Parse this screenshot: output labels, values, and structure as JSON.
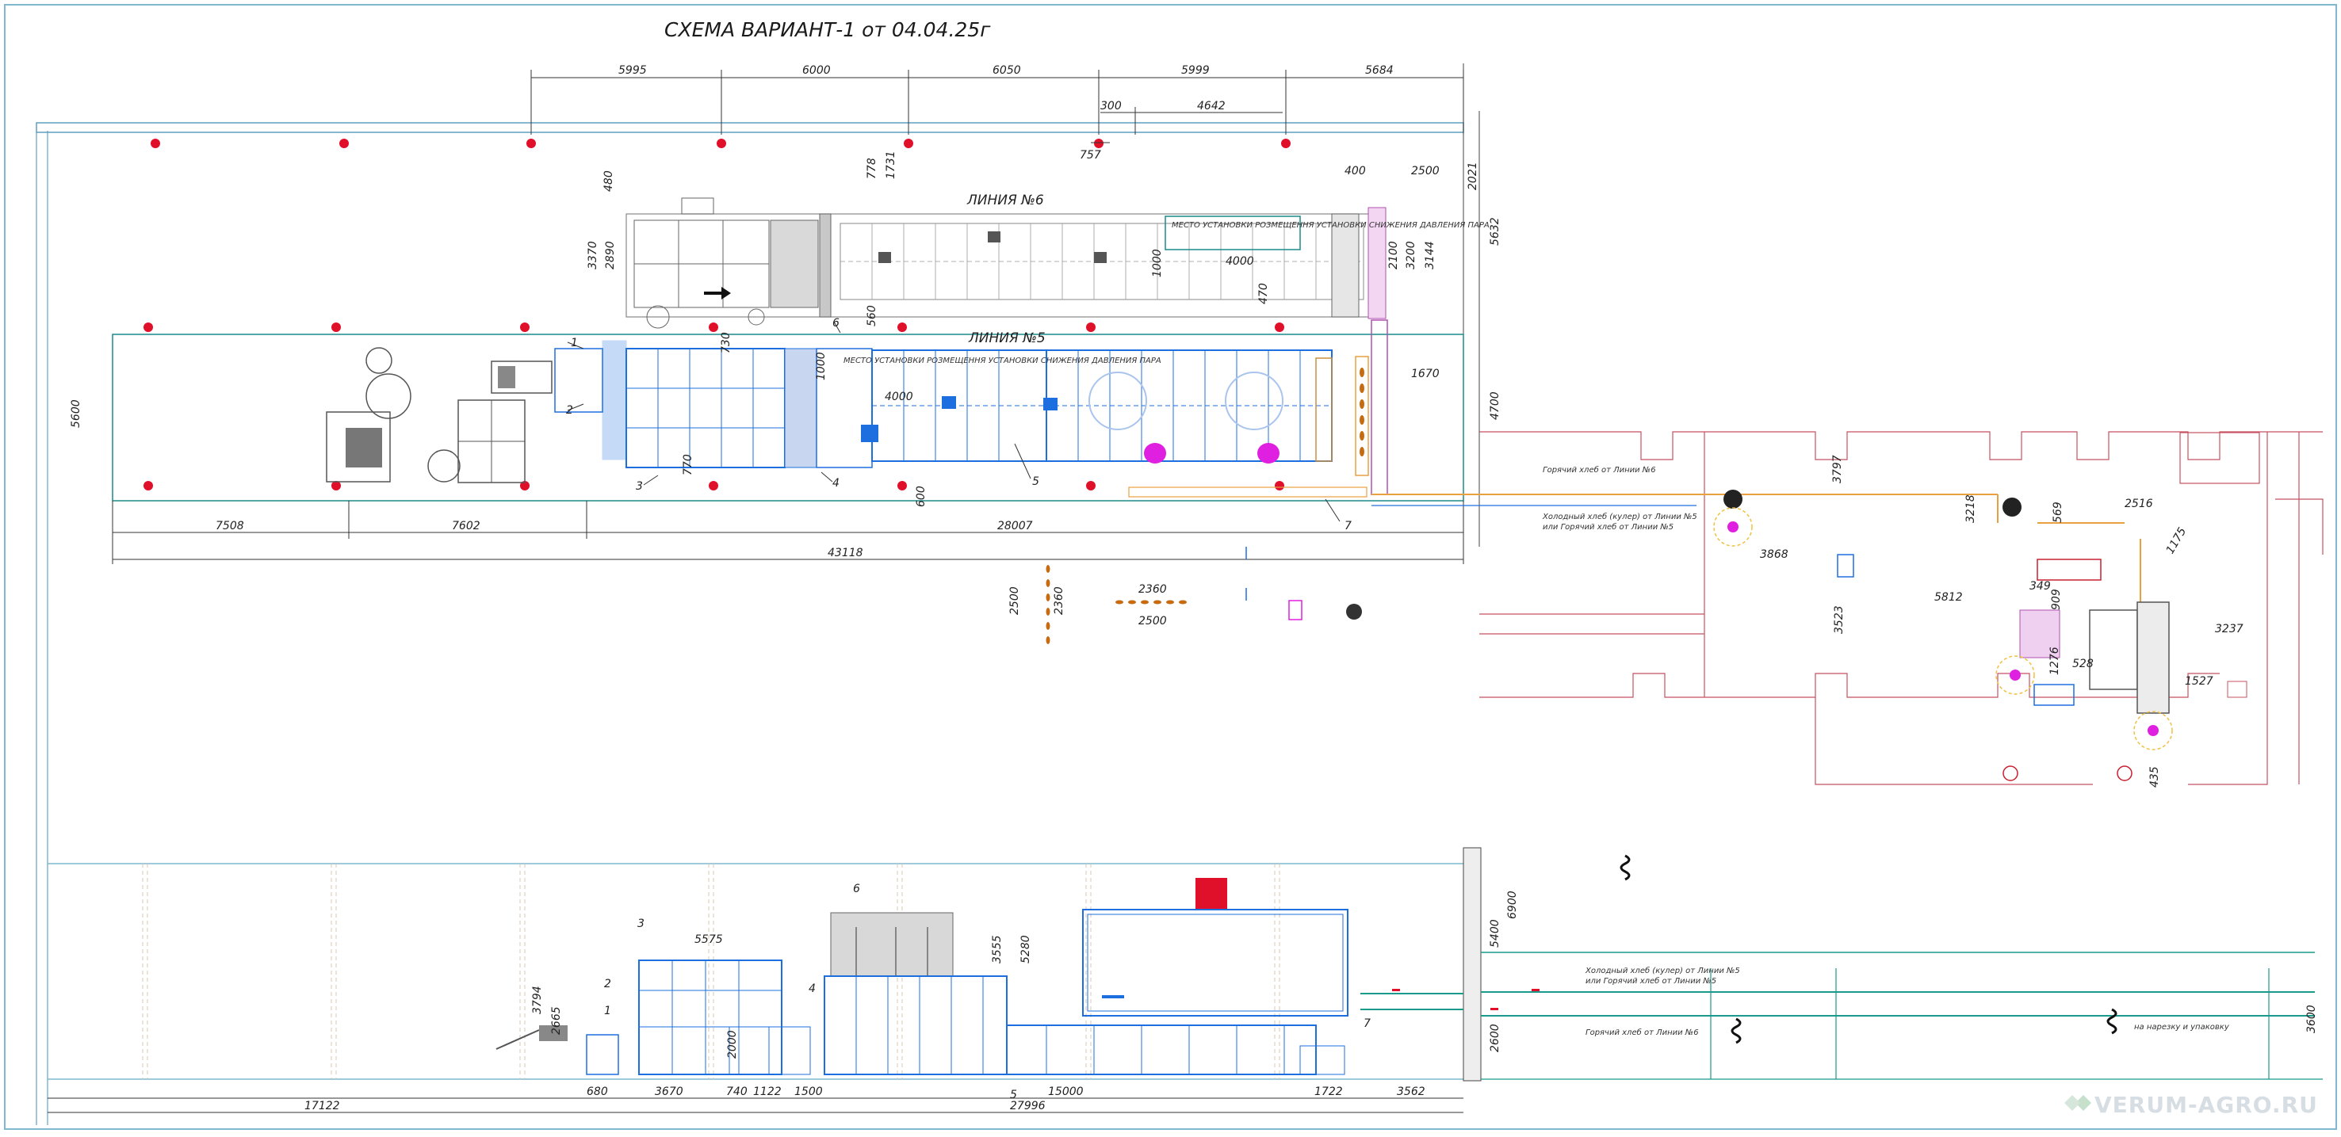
{
  "title": "СХЕМА ВАРИАНТ-1 от 04.04.25г",
  "lines": {
    "line6": "ЛИНИЯ №6",
    "line5": "ЛИНИЯ №5"
  },
  "notes": {
    "area6": "МЕСТО УСТАНОВКИ РОЗМЕЩЕННЯ УСТАНОВКИ СНИЖЕНИЯ ДАВЛЕНИЯ ПАРА",
    "area5": "МЕСТО УСТАНОВКИ РОЗМЕЩЕННЯ УСТАНОВКИ СНИЖЕНИЯ ДАВЛЕНИЯ ПАРА",
    "hot6": "Горячий хлеб от Линии №6",
    "cold5": "Холодный хлеб (кулер) от Линии №5",
    "hot5": "или Горячий хлеб от Линии №5",
    "packing": "на нарезку и упаковку"
  },
  "top_dims": [
    "5995",
    "6000",
    "6050",
    "5999",
    "5684"
  ],
  "line6_dims": {
    "d300": "300",
    "d4642": "4642",
    "d757": "757",
    "d778": "778",
    "d1731": "1731",
    "d400": "400",
    "d2500": "2500",
    "d2021": "2021",
    "d5632": "5632",
    "d480": "480",
    "d3370": "3370",
    "d2890": "2890",
    "d1000": "1000",
    "d4000": "4000",
    "d2100": "2100",
    "d3200": "3200",
    "d3144": "3144",
    "d470": "470",
    "d560": "560"
  },
  "line5_dims": {
    "d730": "730",
    "d1000": "1000",
    "d4000": "4000",
    "d5600": "5600",
    "d1670": "1670",
    "d4700": "4700",
    "d770": "770",
    "d600": "600",
    "d7508": "7508",
    "d7602": "7602",
    "d28007": "28007",
    "d43118": "43118"
  },
  "mid_dims": {
    "d2360a": "2360",
    "d2500a": "2500",
    "d2500v": "2500",
    "d2360v": "2360"
  },
  "right_dims": {
    "d3797": "3797",
    "d3868": "3868",
    "d3523": "3523",
    "d5812": "5812",
    "d3218": "3218",
    "d2516": "2516",
    "d569": "569",
    "d1175": "1175",
    "d349": "349",
    "d909": "909",
    "d1276": "1276",
    "d528": "528",
    "d3237": "3237",
    "d1527": "1527",
    "d435": "435"
  },
  "bottom_dims": {
    "d5575": "5575",
    "d3794": "3794",
    "d2665": "2665",
    "d2000": "2000",
    "d3555": "3555",
    "d5280": "5280",
    "d5400": "5400",
    "d6900": "6900",
    "d2600": "2600",
    "d3600": "3600",
    "d17122": "17122",
    "d680": "680",
    "d3670": "3670",
    "d740": "740",
    "d1122": "1122",
    "d1500": "1500",
    "d15000": "15000",
    "d1722": "1722",
    "d3562": "3562",
    "d27996": "27996"
  },
  "callouts": [
    "1",
    "2",
    "3",
    "4",
    "5",
    "6",
    "7"
  ],
  "watermark": "VERUM-AGRO.RU",
  "colors": {
    "blue": "#1d6fe0",
    "frame": "#3aa0c0",
    "red": "#e0102a",
    "orange": "#e8a040",
    "magenta": "#e020e0",
    "teal": "#1a9a8a",
    "ground": "#d04050"
  }
}
